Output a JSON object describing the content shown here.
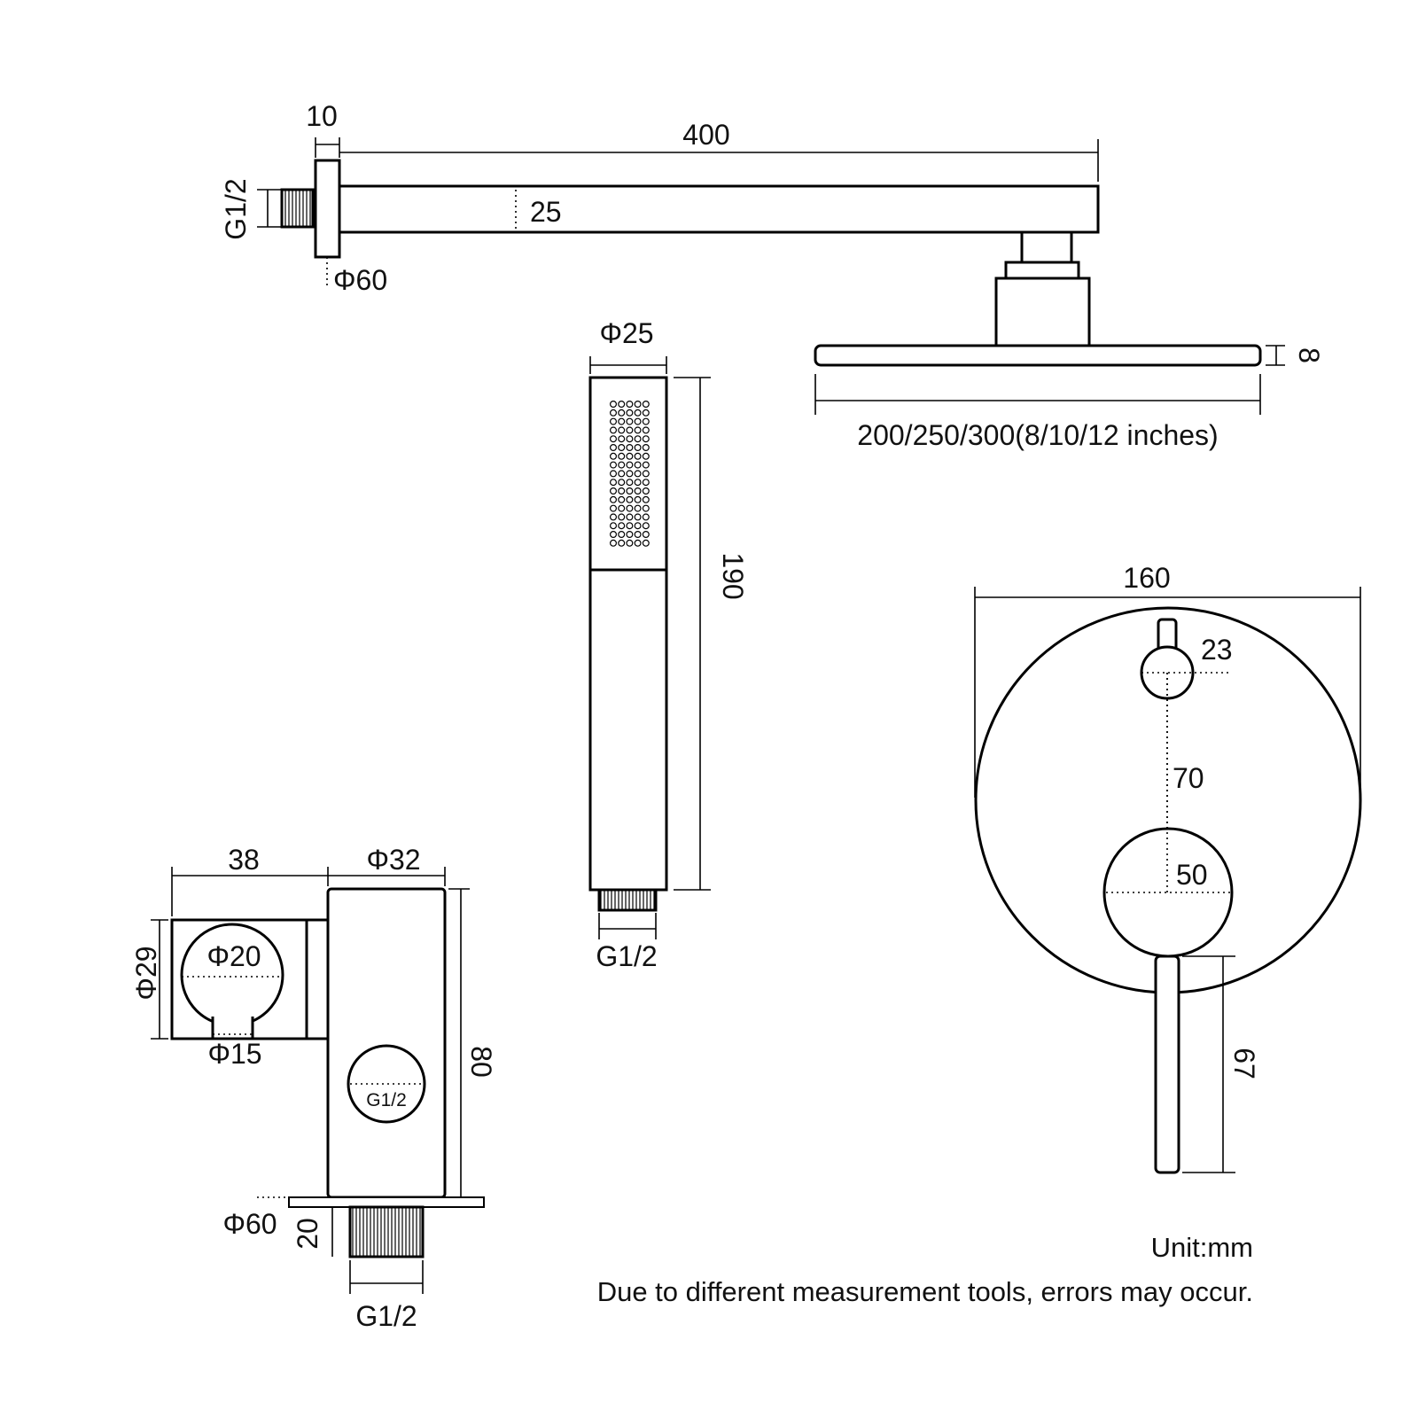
{
  "shower_arm": {
    "flange_thickness": "10",
    "arm_length": "400",
    "arm_height": "25",
    "inlet_thread": "G1/2",
    "flange_diameter": "Φ60"
  },
  "shower_head": {
    "thickness": "8",
    "width_options": "200/250/300(8/10/12 inches)"
  },
  "hand_shower": {
    "diameter": "Φ25",
    "length": "190",
    "thread": "G1/2"
  },
  "holder": {
    "depth": "38",
    "body_diameter": "Φ32",
    "cradle_height": "Φ29",
    "cradle_diameter": "Φ20",
    "cradle_opening": "Φ15",
    "body_height": "80",
    "outlet_thread": "G1/2",
    "plate_diameter": "Φ60",
    "thread_length": "20",
    "inlet_thread": "G1/2"
  },
  "mixer": {
    "plate_diameter": "160",
    "diverter_diameter": "23",
    "center_distance": "70",
    "handle_diameter": "50",
    "lever_length": "67"
  },
  "notes": {
    "unit": "Unit:mm",
    "disclaimer": "Due to different measurement tools, errors may occur."
  }
}
